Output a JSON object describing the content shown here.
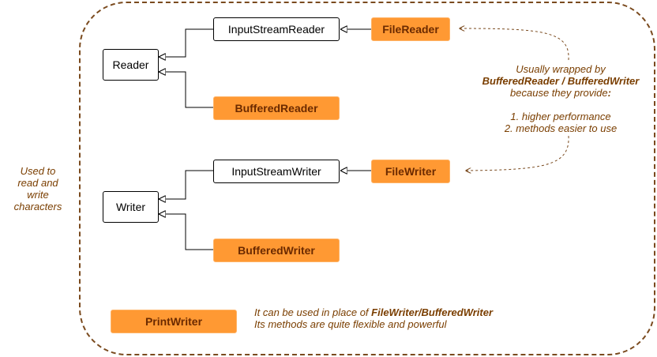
{
  "nodes": {
    "reader": "Reader",
    "writer": "Writer",
    "input_stream_reader": "InputStreamReader",
    "input_stream_writer": "InputStreamWriter",
    "file_reader": "FileReader",
    "file_writer": "FileWriter",
    "buffered_reader": "BufferedReader",
    "buffered_writer": "BufferedWriter",
    "print_writer": "PrintWriter"
  },
  "notes": {
    "side": [
      "Used to",
      "read and write",
      "characters"
    ],
    "wrapped": {
      "line1": "Usually wrapped by",
      "line2": "BufferedReader / BufferedWriter",
      "line3a": "because they provide",
      "line3b": ":",
      "line4": "1. higher performance",
      "line5": "2. methods easier to use"
    },
    "print_writer": {
      "line1a": "It can be used in place of ",
      "line1b": "FileWriter/BufferedWriter",
      "line2": "Its methods are quite flexible and powerful"
    }
  },
  "colors": {
    "orange_fill": "#ff9933",
    "orange_text": "#6b2a00",
    "note_text": "#7a3e00",
    "boundary": "#7a4a1e"
  }
}
